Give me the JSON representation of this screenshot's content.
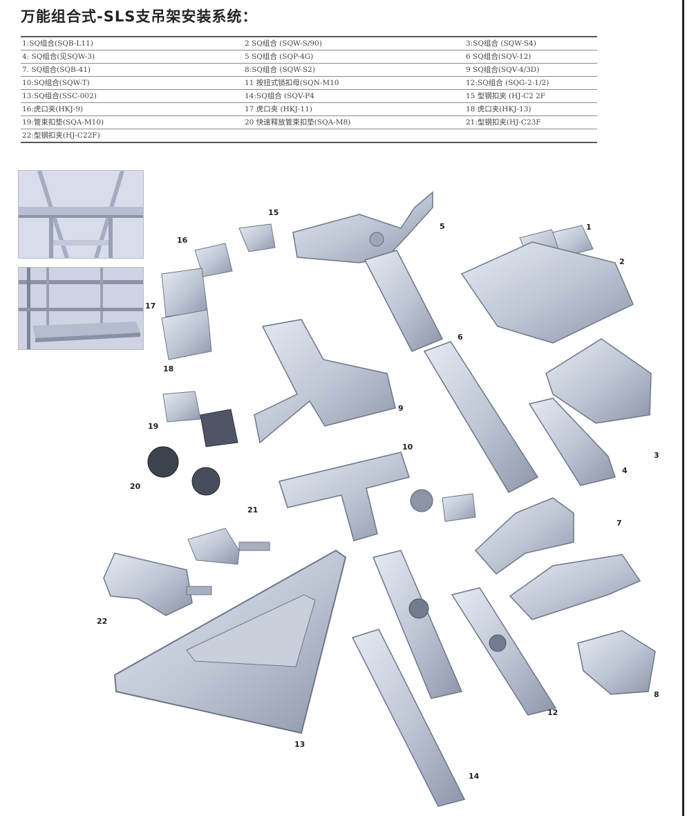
{
  "title": "万能组合式-SLS支吊架安装系统：",
  "spec_rows": [
    [
      "1:SQ组合(SQB-L11)",
      "2 SQ组合 (SQW-S/90)",
      "3:SQ组合 (SQW-S4)"
    ],
    [
      "4: SQ组合(见SQW-3)",
      "5 SQ组合 (SQP-4G)",
      "6 SQ组合(SQV-12)"
    ],
    [
      "7. SQ组合(SQB-41)",
      "8:SQ组合 (SQW-S2)",
      "9 SQ组合(SQV-4/3D)"
    ],
    [
      "10:SQ组合(SQW-T)",
      "11 按扭式锁扣母(SQN-M10",
      "12:SQ组合 (SQG-2-1/2)"
    ],
    [
      "13:SQ组合(SSC-002)",
      "14:SQ组合 (SQV-P4",
      "15 型钢扣夹 (HJ-C2 2F"
    ],
    [
      "16:虎口夹(HKJ-9)",
      "17 虎口夹 (HKJ-11)",
      "18 虎口夹(HKJ-13)"
    ],
    [
      "19:管束扣垫(SQA-M10)",
      "20 快速释放管束扣垫(SQA-M8)",
      "21:型钢扣夹(HJ-C23F"
    ],
    [
      "22:型钢扣夹(HJ-C22F)",
      "",
      ""
    ]
  ],
  "part_labels": [
    "15",
    "16",
    "5",
    "1",
    "2",
    "17",
    "18",
    "6",
    "9",
    "19",
    "10",
    "20",
    "21",
    "3",
    "4",
    "7",
    "22",
    "8",
    "13",
    "12",
    "14"
  ],
  "colors": {
    "metal_light": "#dde2ec",
    "metal_mid": "#b3bccd",
    "metal_dark": "#7f889b",
    "text": "#222222"
  }
}
